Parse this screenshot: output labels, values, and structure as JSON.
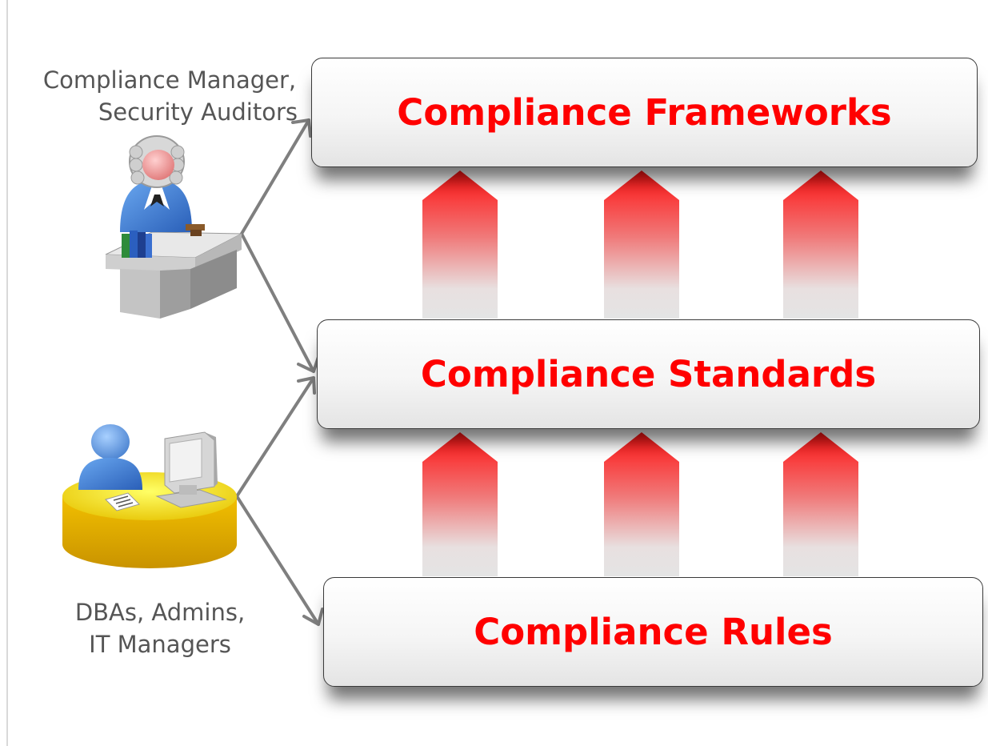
{
  "diagram": {
    "levels": [
      {
        "id": "frameworks",
        "label": "Compliance Frameworks"
      },
      {
        "id": "standards",
        "label": "Compliance Standards"
      },
      {
        "id": "rules",
        "label": "Compliance Rules"
      }
    ],
    "roles": {
      "top": {
        "line1": "Compliance Manager,",
        "line2": "Security Auditors"
      },
      "bottom": {
        "line1": "DBAs, Admins,",
        "line2": "IT Managers"
      }
    },
    "colors": {
      "label": "#ff0000",
      "arrow_top": "#ff1010",
      "arrow_bottom": "#e6e6e6",
      "connector": "#7f7f7f",
      "role_text": "#555555"
    },
    "icons": {
      "top_role": "auditor-at-desk-icon",
      "bottom_role": "admin-at-computer-icon"
    }
  }
}
